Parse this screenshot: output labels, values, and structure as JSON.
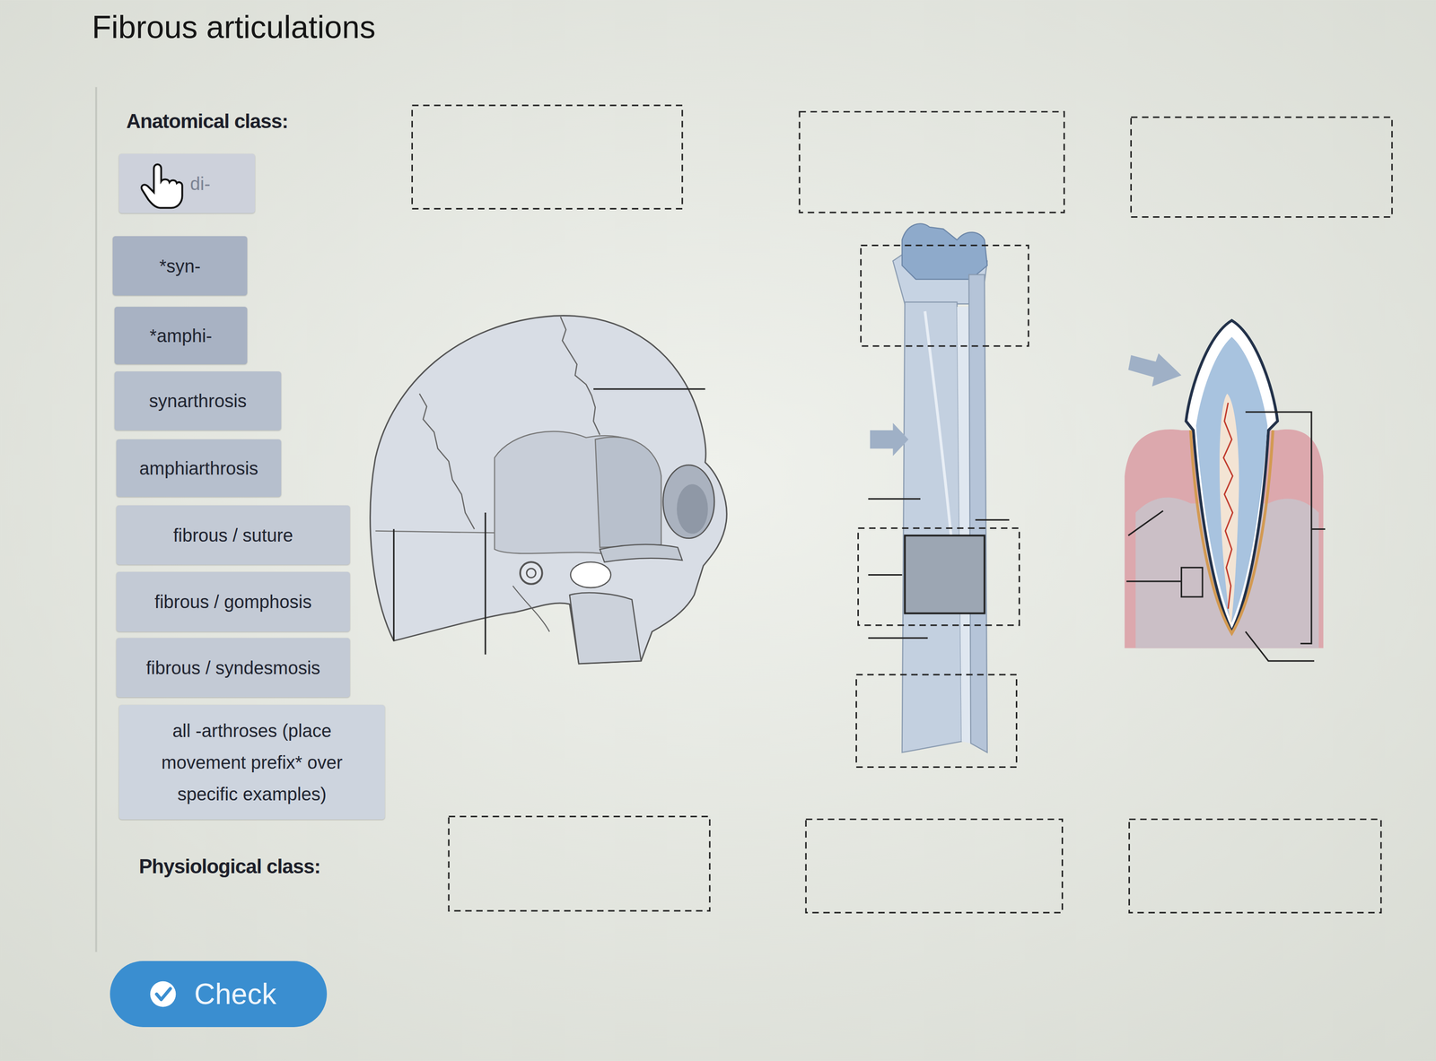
{
  "diagram": {
    "title": "Fibrous articulations",
    "nodes": [
      {
        "text": [
          "di-"
        ]
      },
      {
        "text": [
          "*syn-"
        ]
      },
      {
        "text": [
          "*amphi-"
        ]
      },
      {
        "text": [
          "synarthrosis"
        ]
      },
      {
        "text": [
          "amphiarthrosis"
        ]
      },
      {
        "text": [
          "fibrous / suture"
        ]
      },
      {
        "text": [
          "fibrous / gomphosis"
        ]
      },
      {
        "text": [
          "fibrous / syndesmosis"
        ]
      },
      {
        "text": [
          "all -arthroses (place movement prefix* over specific examples)"
        ]
      },
      {
        "text": [
          "Check"
        ]
      }
    ],
    "labels": [
      "Anatomical class:",
      "Physiological class:"
    ]
  }
}
